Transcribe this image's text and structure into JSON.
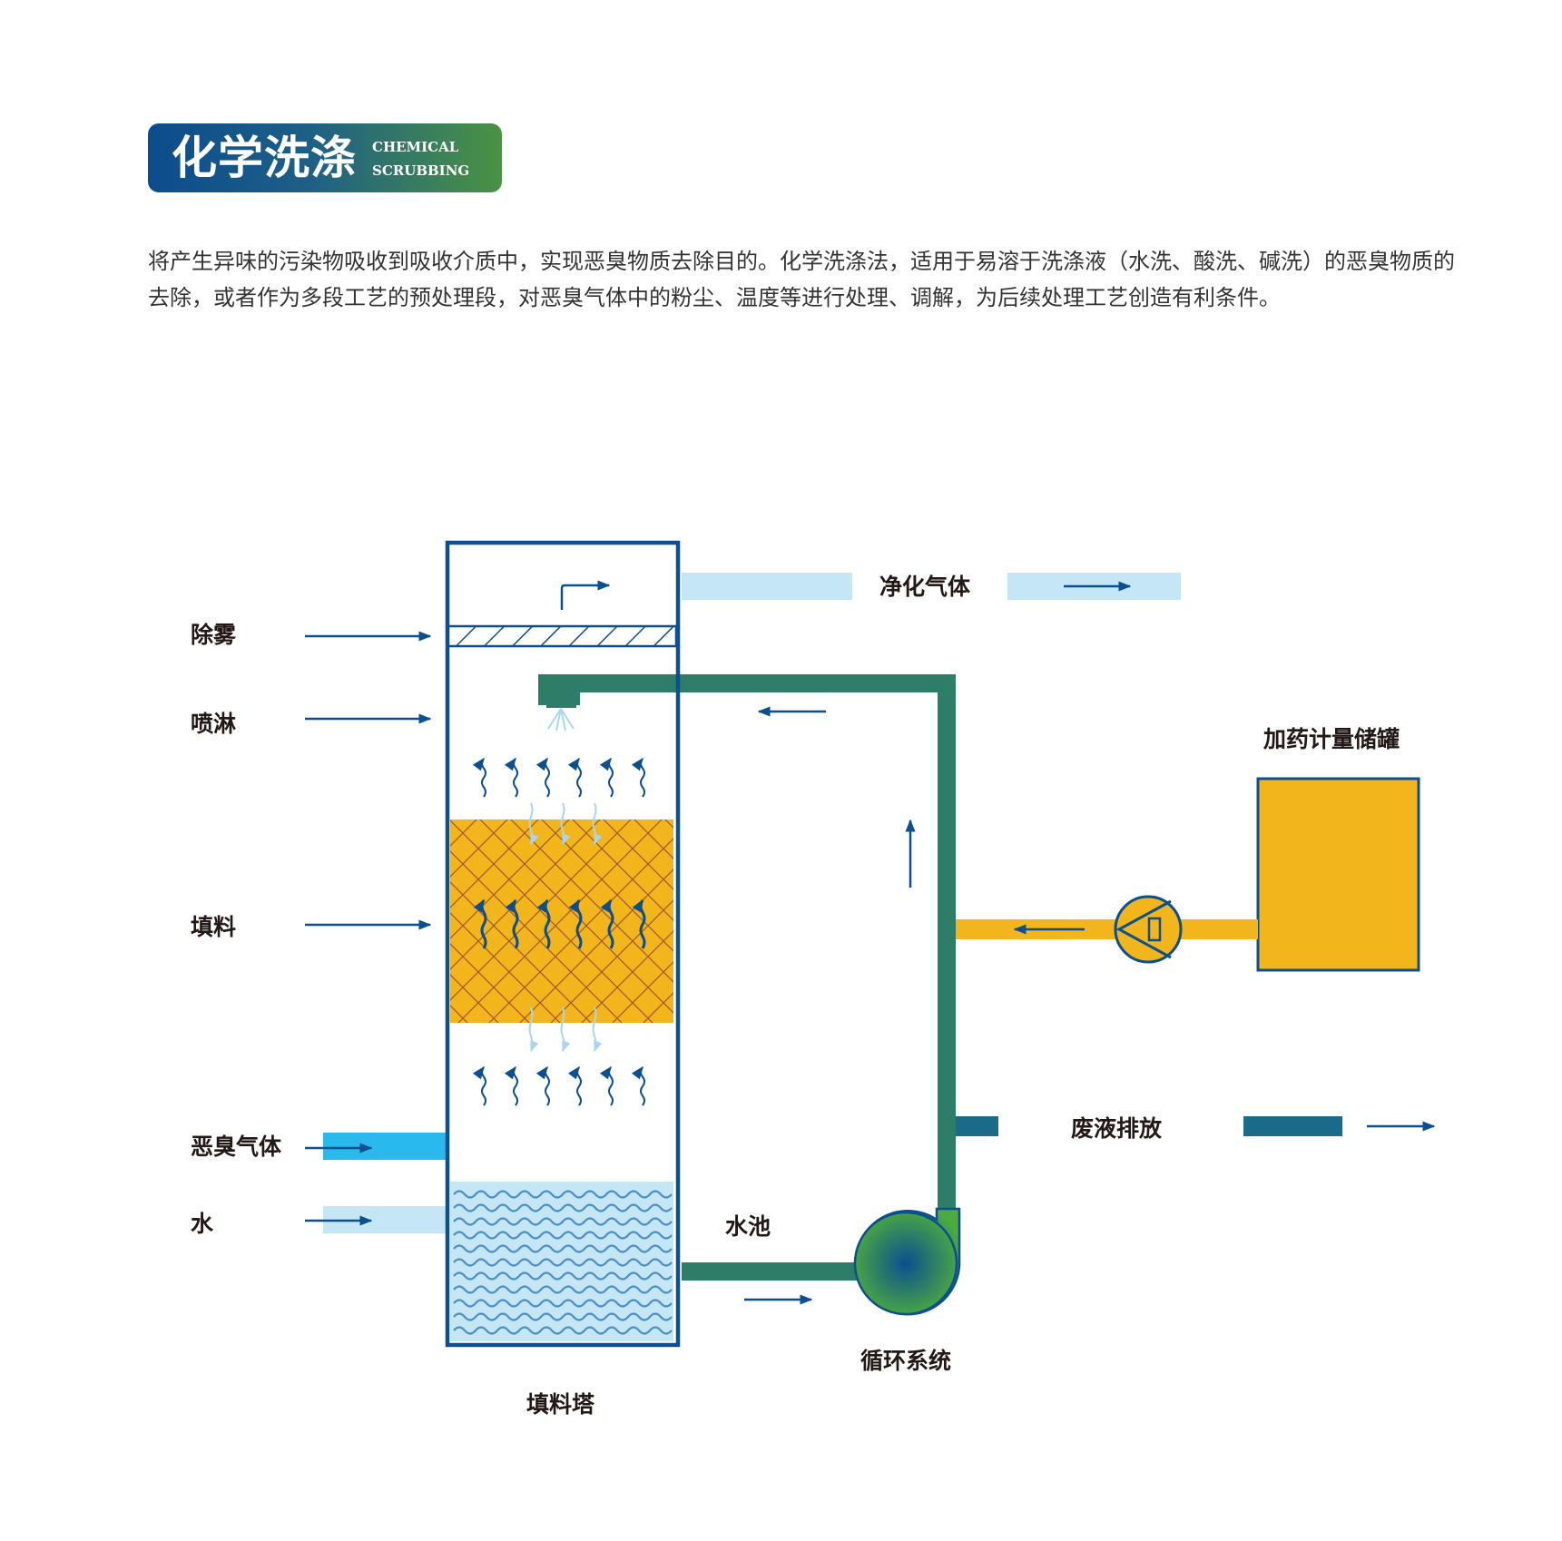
{
  "header": {
    "title_cn": "化学洗涤",
    "title_en_line1": "CHEMICAL",
    "title_en_line2": "SCRUBBING"
  },
  "intro_text": "将产生异味的污染物吸收到吸收介质中，实现恶臭物质去除目的。化学洗涤法，适用于易溶于洗涤液（水洗、酸洗、碱洗）的恶臭物质的去除，或者作为多段工艺的预处理段，对恶臭气体中的粉尘、温度等进行处理、调解，为后续处理工艺创造有利条件。",
  "diagram": {
    "labels": {
      "demist": "除雾",
      "spray": "喷淋",
      "packing": "填料",
      "foul_gas": "恶臭气体",
      "water": "水",
      "clean_gas": "净化气体",
      "dosing_tank": "加药计量储罐",
      "waste_discharge": "废液排放",
      "pool": "水池",
      "circulation": "循环系统",
      "tower": "填料塔"
    },
    "colors": {
      "tower_border": "#0c4f8f",
      "pipe_green": "#2e7d68",
      "packing_yellow": "#f2b51c",
      "dosing_yellow": "#f2b51c",
      "foul_gas_blue": "#29b9ec",
      "light_blue": "#c5e6f4",
      "waste_blue": "#1b6a8a",
      "arrow_blue": "#0c4f8f"
    }
  }
}
